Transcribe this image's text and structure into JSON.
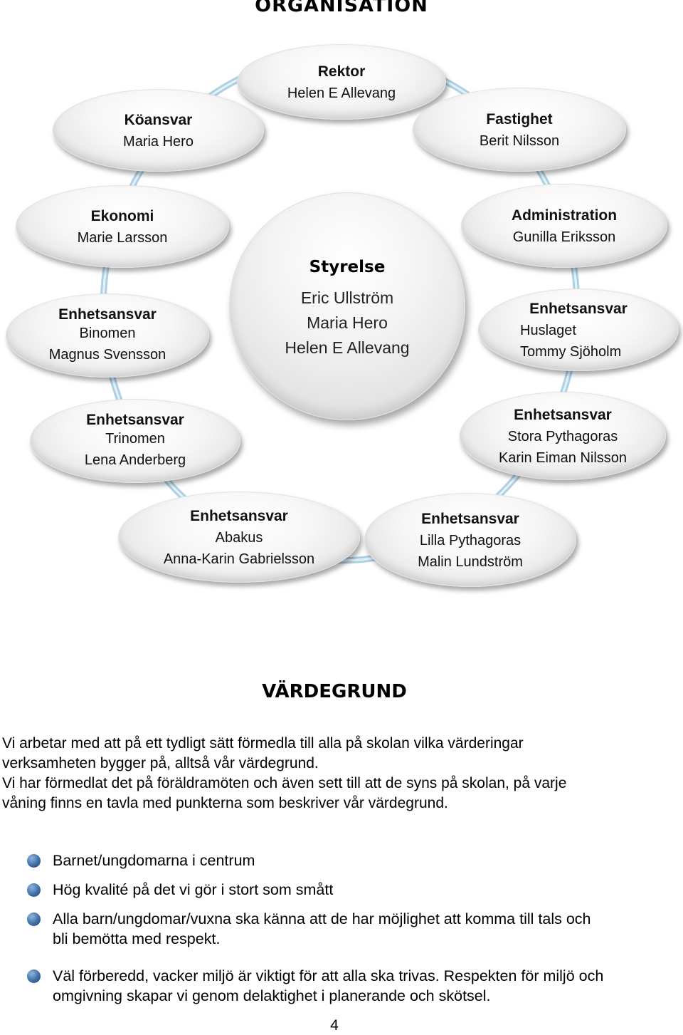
{
  "org_title": "ORGANISATION",
  "center": {
    "title": "Styrelse",
    "lines": [
      "Eric Ullström",
      "Maria Hero",
      "Helen E Allevang"
    ]
  },
  "nodes": {
    "rektor": {
      "title": "Rektor",
      "lines": [
        "Helen E Allevang"
      ]
    },
    "fastighet": {
      "title": "Fastighet",
      "lines": [
        "Berit Nilsson"
      ]
    },
    "administration": {
      "title": "Administration",
      "lines": [
        "Gunilla Eriksson"
      ]
    },
    "huslaget": {
      "title": "Enhetsansvar",
      "lines": [
        "Huslaget",
        "Tommy Sjöholm"
      ]
    },
    "stora_pythagoras": {
      "title": "Enhetsansvar",
      "lines": [
        "Stora Pythagoras",
        "Karin Eiman Nilsson"
      ]
    },
    "lilla_pythagoras": {
      "title": "Enhetsansvar",
      "lines": [
        "Lilla Pythagoras",
        "Malin Lundström"
      ]
    },
    "abakus": {
      "title": "Enhetsansvar",
      "lines": [
        "Abakus",
        "Anna-Karin Gabrielsson"
      ]
    },
    "trinomen": {
      "title": "Enhetsansvar",
      "lines": [
        "Trinomen",
        "Lena Anderberg"
      ]
    },
    "binomen": {
      "title": "Enhetsansvar",
      "lines": [
        "Binomen",
        "Magnus Svensson"
      ]
    },
    "ekonomi": {
      "title": "Ekonomi",
      "lines": [
        "Marie Larsson"
      ]
    },
    "koansvar": {
      "title": "Köansvar",
      "lines": [
        "Maria Hero"
      ]
    }
  },
  "ring_color": "#a9cde3",
  "vardegrund": {
    "title": "VÄRDEGRUND",
    "paragraph1": [
      "Vi arbetar med att på ett tydligt sätt förmedla till alla på skolan vilka värderingar",
      "verksamheten bygger på, alltså vår värdegrund."
    ],
    "paragraph2": [
      "Vi har förmedlat det på föräldramöten och även sett till att de syns på skolan, på varje",
      "våning finns en tavla med punkterna som beskriver vår värdegrund."
    ],
    "bullets": [
      [
        "Barnet/ungdomarna i centrum"
      ],
      [
        "Hög kvalité på det vi gör i stort som smått"
      ],
      [
        "Alla barn/ungdomar/vuxna ska känna att de har möjlighet att komma till tals och",
        "bli bemötta med respekt."
      ],
      [
        "Väl förberedd, vacker miljö är viktigt för att alla ska trivas. Respekten för miljö och",
        "omgivning skapar vi genom delaktighet i planerande och skötsel."
      ]
    ]
  },
  "page_number": "4"
}
